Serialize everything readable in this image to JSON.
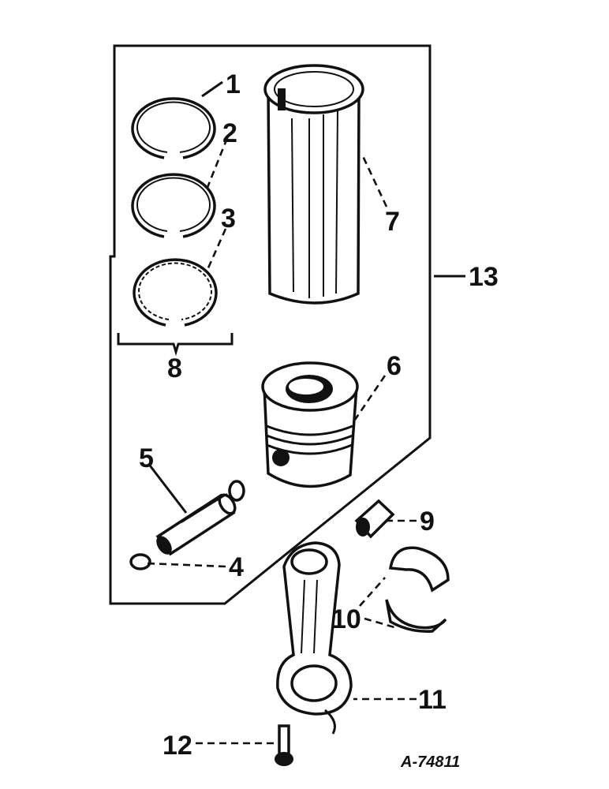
{
  "figure": {
    "reference_number": "A-74811",
    "callouts": [
      {
        "id": "c1",
        "label": "1"
      },
      {
        "id": "c2",
        "label": "2"
      },
      {
        "id": "c3",
        "label": "3"
      },
      {
        "id": "c4",
        "label": "4"
      },
      {
        "id": "c5",
        "label": "5"
      },
      {
        "id": "c6",
        "label": "6"
      },
      {
        "id": "c7",
        "label": "7"
      },
      {
        "id": "c8",
        "label": "8"
      },
      {
        "id": "c9",
        "label": "9"
      },
      {
        "id": "c10",
        "label": "10"
      },
      {
        "id": "c11",
        "label": "11"
      },
      {
        "id": "c12",
        "label": "12"
      },
      {
        "id": "c13",
        "label": "13"
      }
    ]
  },
  "colors": {
    "ink": "#111111",
    "paper": "#ffffff"
  }
}
